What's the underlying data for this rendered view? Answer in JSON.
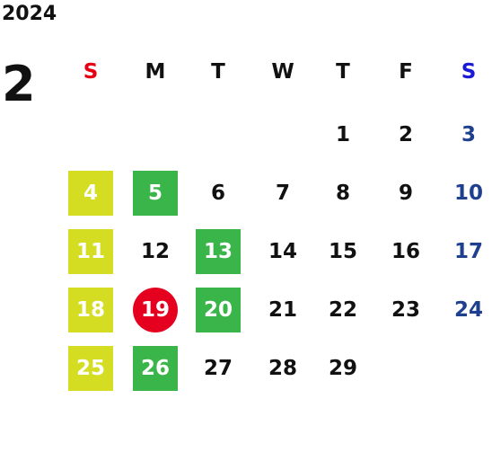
{
  "calendar": {
    "year": "2024",
    "month": "2",
    "weekdays": [
      {
        "label": "S",
        "color": "#e60012"
      },
      {
        "label": "M",
        "color": "#111111"
      },
      {
        "label": "T",
        "color": "#111111"
      },
      {
        "label": "W",
        "color": "#111111"
      },
      {
        "label": "T",
        "color": "#111111"
      },
      {
        "label": "F",
        "color": "#111111"
      },
      {
        "label": "S",
        "color": "#1a1ad6"
      }
    ],
    "first_weekday_index": 4,
    "days": [
      {
        "label": "1"
      },
      {
        "label": "2"
      },
      {
        "label": "3",
        "text_color": "#1f3f8f"
      },
      {
        "label": "4",
        "bg": "#d4dd22"
      },
      {
        "label": "5",
        "bg": "#3ab54a"
      },
      {
        "label": "6"
      },
      {
        "label": "7"
      },
      {
        "label": "8"
      },
      {
        "label": "9"
      },
      {
        "label": "10",
        "text_color": "#1f3f8f"
      },
      {
        "label": "11",
        "bg": "#d4dd22"
      },
      {
        "label": "12"
      },
      {
        "label": "13",
        "bg": "#3ab54a"
      },
      {
        "label": "14"
      },
      {
        "label": "15"
      },
      {
        "label": "16"
      },
      {
        "label": "17",
        "text_color": "#1f3f8f"
      },
      {
        "label": "18",
        "bg": "#d4dd22"
      },
      {
        "label": "19",
        "bg": "#e60020",
        "today": true
      },
      {
        "label": "20",
        "bg": "#3ab54a"
      },
      {
        "label": "21"
      },
      {
        "label": "22"
      },
      {
        "label": "23"
      },
      {
        "label": "24",
        "text_color": "#1f3f8f"
      },
      {
        "label": "25",
        "bg": "#d4dd22"
      },
      {
        "label": "26",
        "bg": "#3ab54a"
      },
      {
        "label": "27"
      },
      {
        "label": "28"
      },
      {
        "label": "29"
      }
    ]
  }
}
